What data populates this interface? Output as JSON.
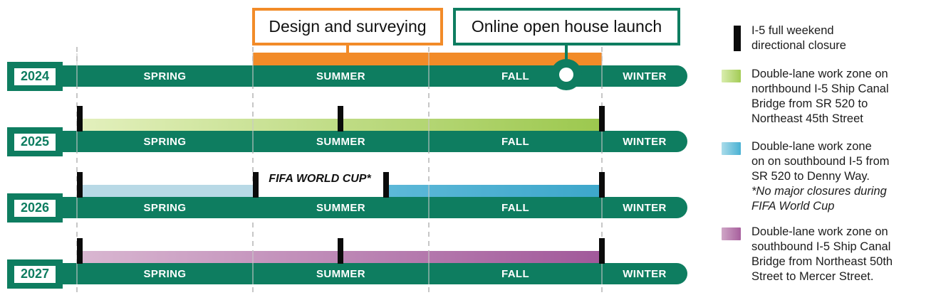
{
  "callouts": {
    "design": {
      "label": "Design and surveying",
      "color": "#f28b28"
    },
    "open_house": {
      "label": "Online open house launch",
      "color": "#0e7d60"
    }
  },
  "seasons": [
    "SPRING",
    "SUMMER",
    "FALL",
    "WINTER"
  ],
  "rows": [
    {
      "year": "2024",
      "activity": "design-and-surveying-bar summer through fall",
      "milestone": "online-open-house-launch marker late fall"
    },
    {
      "year": "2025",
      "activity": "northbound-work-zone bar spring through fall",
      "closure_markers": [
        "spring start",
        "mid summer",
        "fall end"
      ]
    },
    {
      "year": "2026",
      "activity": "southbound-work-zone bars spring and late-summer through fall with FIFA World Cup gap",
      "closure_markers": [
        "spring start",
        "summer start",
        "late summer",
        "fall end"
      ]
    },
    {
      "year": "2027",
      "activity": "ship-canal-southbound-work-zone bar spring through fall",
      "closure_markers": [
        "spring start",
        "mid summer",
        "fall end"
      ]
    }
  ],
  "fifa_label": "FIFA WORLD CUP*",
  "legend": {
    "items": [
      {
        "icon": "closure-bar-icon",
        "text": "I-5 full weekend\ndirectional closure"
      },
      {
        "icon": "northbound-work-zone-swatch",
        "text": "Double-lane work zone on\nnorthbound I-5 Ship Canal\nBridge from SR 520 to\nNortheast 45th Street"
      },
      {
        "icon": "southbound-work-zone-swatch",
        "text": "Double-lane work zone\non on southbound I-5 from\nSR 520 to Denny Way.",
        "note": "*No major closures during\n FIFA World Cup"
      },
      {
        "icon": "ship-canal-southbound-swatch",
        "text": "Double-lane work zone on\nsouthbound I-5 Ship Canal\nBridge from Northeast 50th\nStreet to Mercer Street."
      }
    ]
  },
  "colors": {
    "timeline_green": "#0e7d60",
    "design_orange": "#f28b28",
    "closure_black": "#0b0b0b",
    "northbound_gradient": [
      "#e3f0bd",
      "#9cc84e"
    ],
    "southbound_light_blue": "#b8d9e6",
    "southbound_dark_blue": "#3da7cb",
    "ship_canal_gradient": [
      "#d9b7d1",
      "#a1589a"
    ],
    "gridline_gray": "#c7c7c7"
  }
}
